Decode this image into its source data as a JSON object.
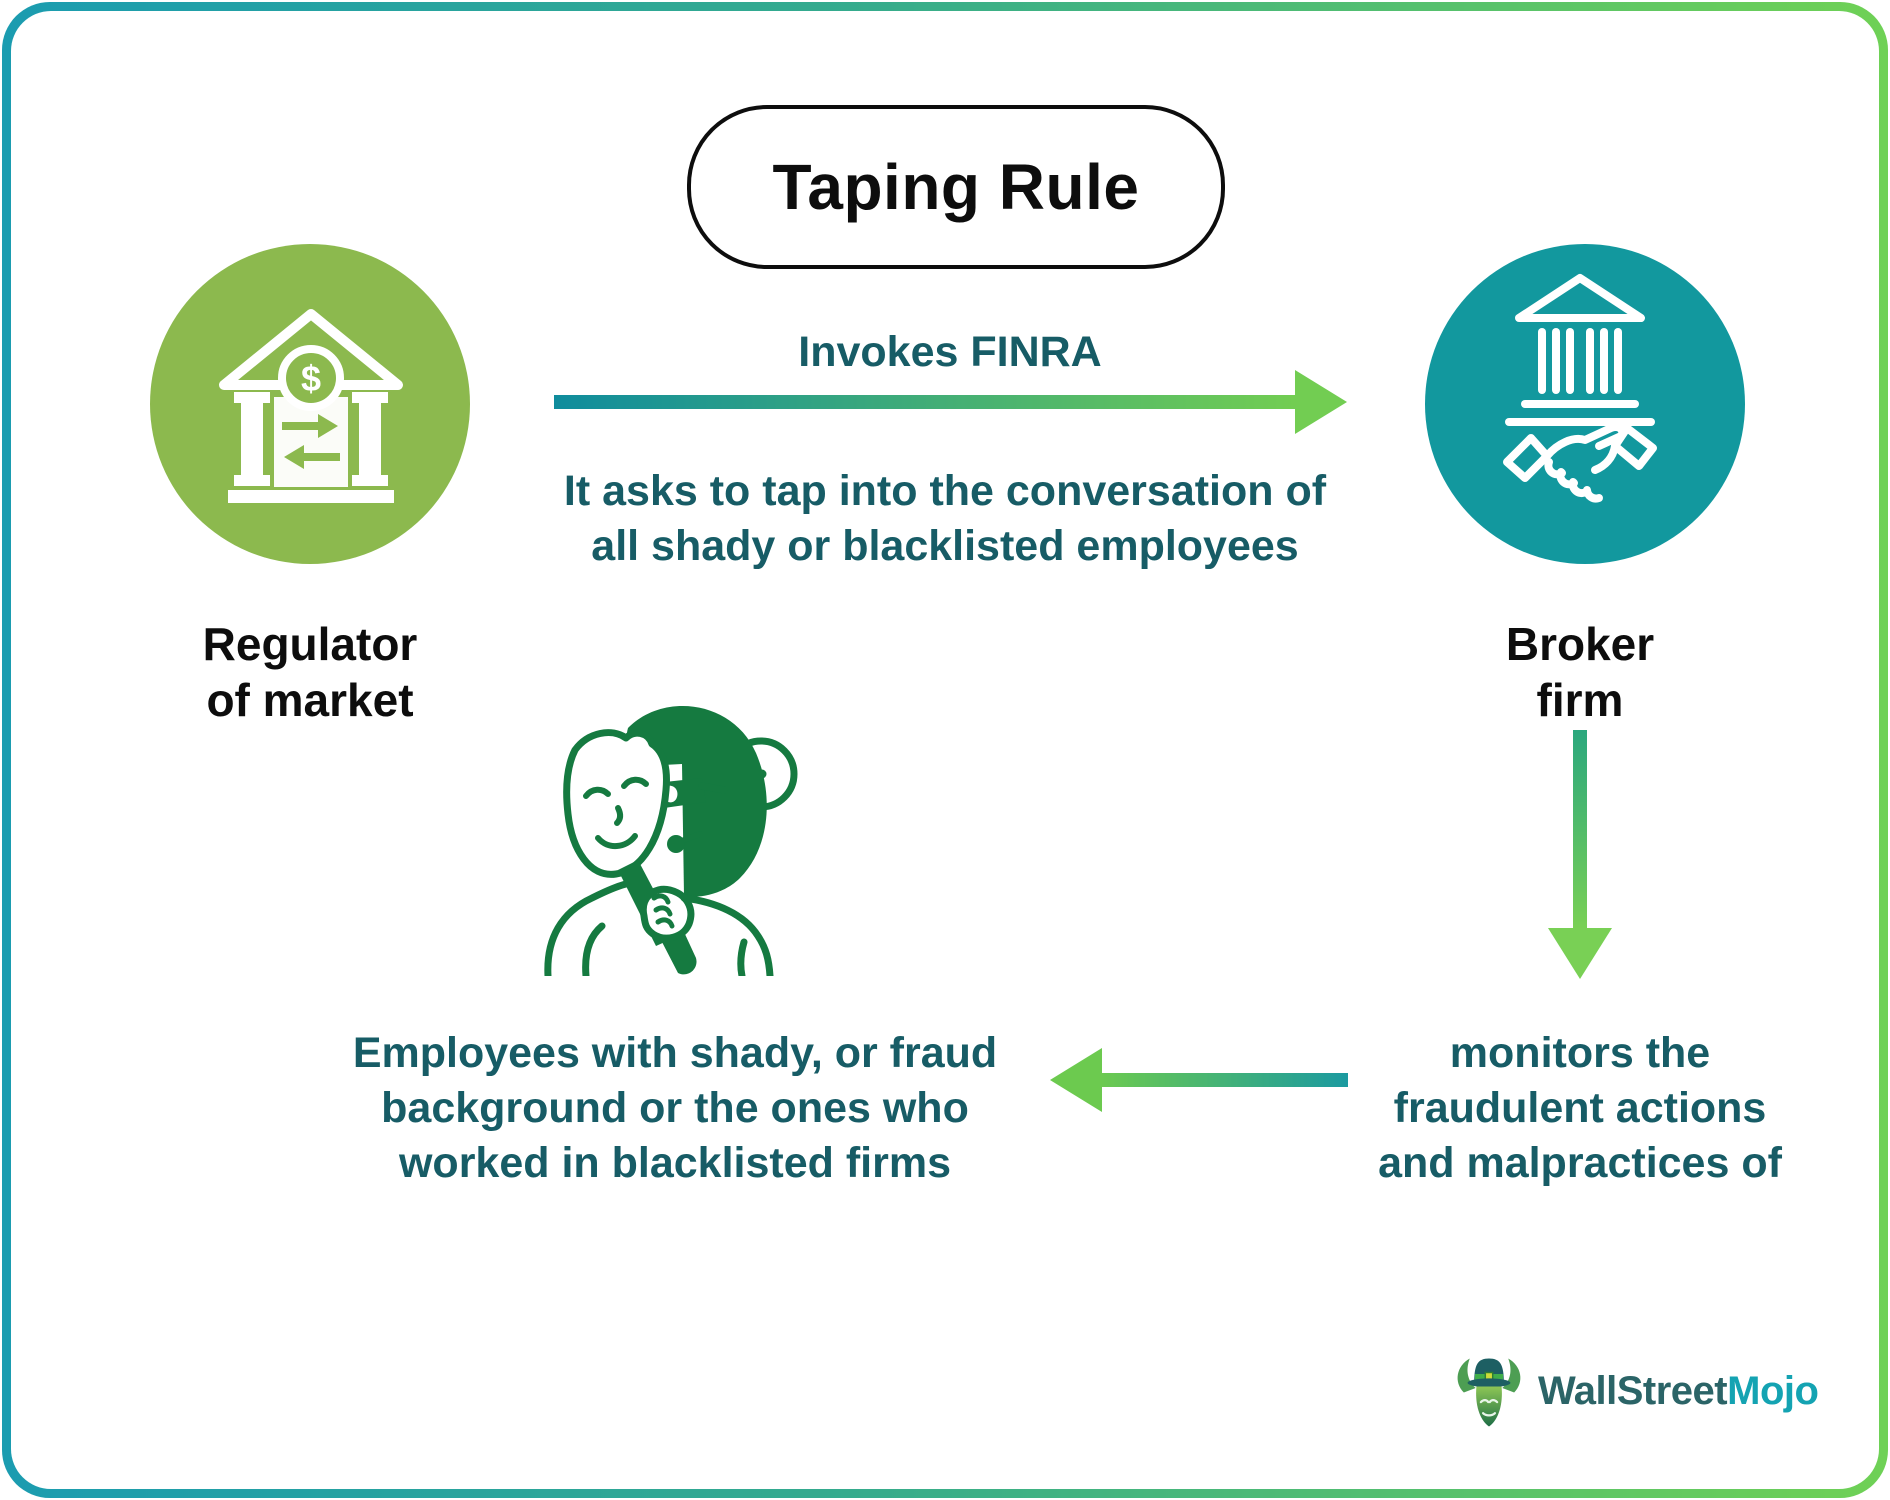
{
  "title": "Taping Rule",
  "nodes": {
    "regulator": {
      "label": [
        "Regulator",
        "of market"
      ]
    },
    "broker": {
      "label": [
        "Broker",
        "firm"
      ]
    }
  },
  "flows": {
    "invokes": {
      "label": "Invokes FINRA",
      "description": [
        "It asks to tap into the conversation of",
        "all shady or blacklisted employees"
      ]
    },
    "monitors": {
      "lines": [
        "monitors the",
        "fraudulent actions",
        "and malpractices of"
      ]
    },
    "employees": {
      "lines": [
        "Employees with shady, or fraud",
        "background or the ones who",
        "worked in blacklisted firms"
      ]
    }
  },
  "icons": {
    "dollar": "$"
  },
  "logo": {
    "text_primary": "WallStreet",
    "text_accent": "Mojo"
  },
  "colors": {
    "border_gradient_start": "#1b9cb0",
    "border_gradient_end": "#6fd155",
    "regulator_circle": "#8cb94e",
    "broker_circle": "#12989e",
    "teal_text": "#175c66",
    "illustration_green": "#157a40",
    "arrow_teal": "#0f8c9d",
    "arrow_green": "#72cd52",
    "logo_primary": "#2b6467",
    "logo_accent": "#14a3b2"
  }
}
